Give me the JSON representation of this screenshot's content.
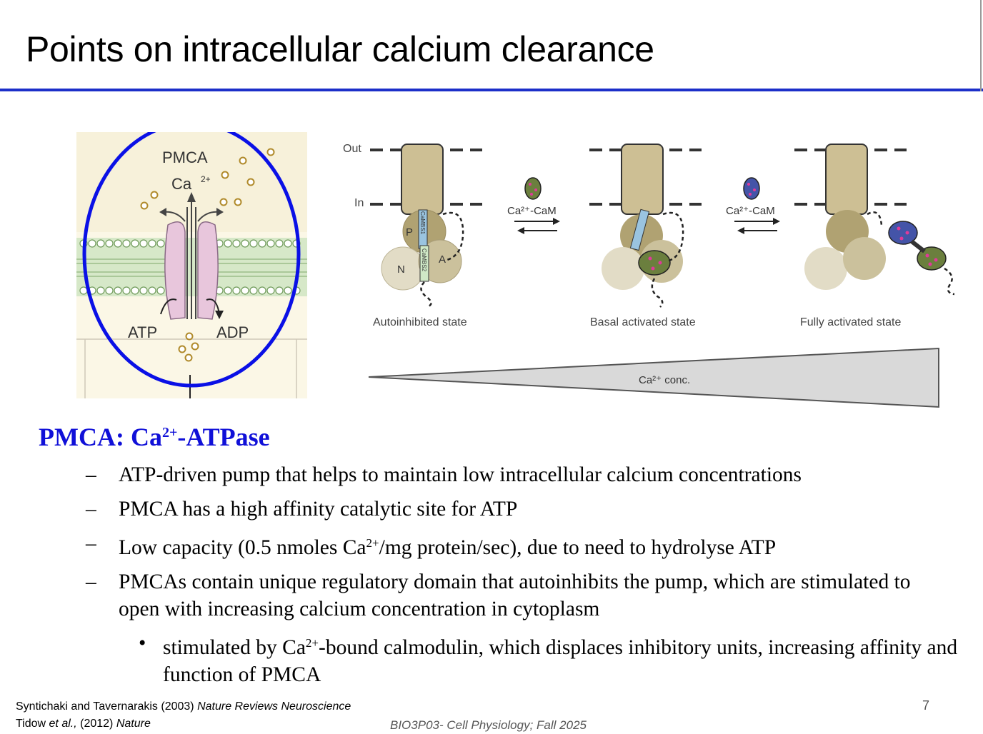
{
  "title": "Points on intracellular calcium clearance",
  "figure_left": {
    "label_pmca": "PMCA",
    "label_ca": "Ca",
    "label_ca_sup": "2+",
    "label_atp": "ATP",
    "label_adp": "ADP"
  },
  "figure_right": {
    "label_out": "Out",
    "label_in": "In",
    "domain_p": "P",
    "domain_n": "N",
    "domain_a": "A",
    "cambs1": "CaMBS1",
    "cambs2": "CaMBS2",
    "ca_cam_1": "Ca²⁺-CaM",
    "ca_cam_2": "Ca²⁺-CaM",
    "state_1": "Autoinhibited state",
    "state_2": "Basal activated state",
    "state_3": "Fully activated state",
    "wedge_label": "Ca²⁺ conc."
  },
  "heading": {
    "prefix": "PMCA: Ca",
    "sup": "2+",
    "suffix": "-ATPase"
  },
  "bullets": {
    "b1": "ATP-driven pump that helps to maintain low intracellular calcium concentrations",
    "b2": "PMCA has a high affinity catalytic site for ATP",
    "b3_pre": "Low capacity (0.5 nmoles Ca",
    "b3_sup": "2+",
    "b3_post": "/mg protein/sec), due to need to hydrolyse ATP",
    "b4": "PMCAs contain unique regulatory domain that autoinhibits the pump, which are stimulated to open with increasing calcium concentration in cytoplasm",
    "sub_pre": "stimulated by Ca",
    "sub_sup": "2+",
    "sub_post": "-bound calmodulin, which displaces inhibitory units, increasing affinity and function of PMCA"
  },
  "refs": {
    "r1_pre": "Syntichaki and Tavernarakis (2003) ",
    "r1_journal": "Nature Reviews Neuroscience",
    "r2_a": "Tidow ",
    "r2_b": "et al.,",
    "r2_c": " (2012) ",
    "r2_d": "Nature"
  },
  "course": "BIO3P03- Cell Physiology; Fall 2025",
  "page_number": "7",
  "colors": {
    "accent_blue": "#1c2fc9",
    "heading_blue": "#1010d8",
    "circle_blue": "#0a10e6"
  }
}
